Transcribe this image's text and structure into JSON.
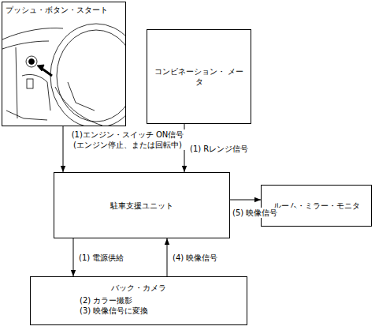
{
  "diagram": {
    "nodes": [
      {
        "text": [
          "プッシュ・ボタン・スタート"
        ]
      },
      {
        "text": [
          "コンビネーション・ メータ"
        ]
      },
      {
        "text": [
          "駐車支援ユニット"
        ]
      },
      {
        "text": [
          "ルーム・ミラー・モニタ"
        ]
      },
      {
        "text": [
          "バック・カメラ",
          "(2) カラー撮影",
          "(3) 映像信号に変換"
        ]
      }
    ],
    "edges": [
      {
        "from": 0,
        "to": 2,
        "arrow": "to",
        "label": "(1)エンジン・スイッチ ON信号 (エンジン停止、または回転中)"
      },
      {
        "from": 1,
        "to": 2,
        "arrow": "to",
        "label": "(1) Rレンジ信号"
      },
      {
        "from": 2,
        "to": 3,
        "arrow": "to",
        "label": "(5) 映像信号"
      },
      {
        "from": 2,
        "to": 4,
        "arrow": "to",
        "label": "(1) 電源供給"
      },
      {
        "from": 4,
        "to": 2,
        "arrow": "to",
        "label": "(4) 映像信号"
      }
    ]
  }
}
